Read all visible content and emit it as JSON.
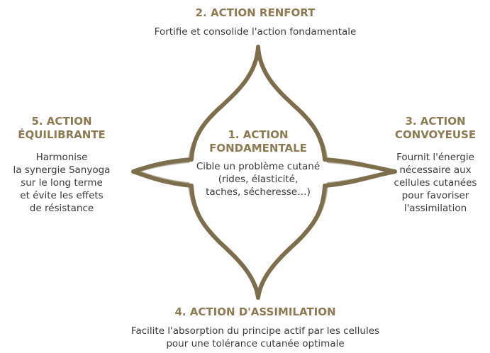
{
  "colors": {
    "accent": "#8c7a52",
    "text": "#3a3a36",
    "outline": "#7d6e4c"
  },
  "center": {
    "title": "1. ACTION\nFONDAMENTALE",
    "text": "Cible un problème cutané\n(rides, élasticité,\ntaches, sécheresse…)"
  },
  "top": {
    "title": "2. ACTION RENFORT",
    "text": "Fortifie et consolide l'action fondamentale"
  },
  "right": {
    "title": "3. ACTION\nCONVOYEUSE",
    "text": "Fournit l'énergie\nnécessaire aux\ncellules cutanées\npour favoriser\nl'assimilation"
  },
  "bottom": {
    "title": "4. ACTION D'ASSIMILATION",
    "text": "Facilite l'absorption du principe actif par les cellules\npour une tolérance cutanée optimale"
  },
  "left": {
    "title": "5. ACTION\nÉQUILIBRANTE",
    "text": "Harmonise\nla synergie Sanyoga\nsur le long terme\net évite les effets\nde résistance"
  }
}
